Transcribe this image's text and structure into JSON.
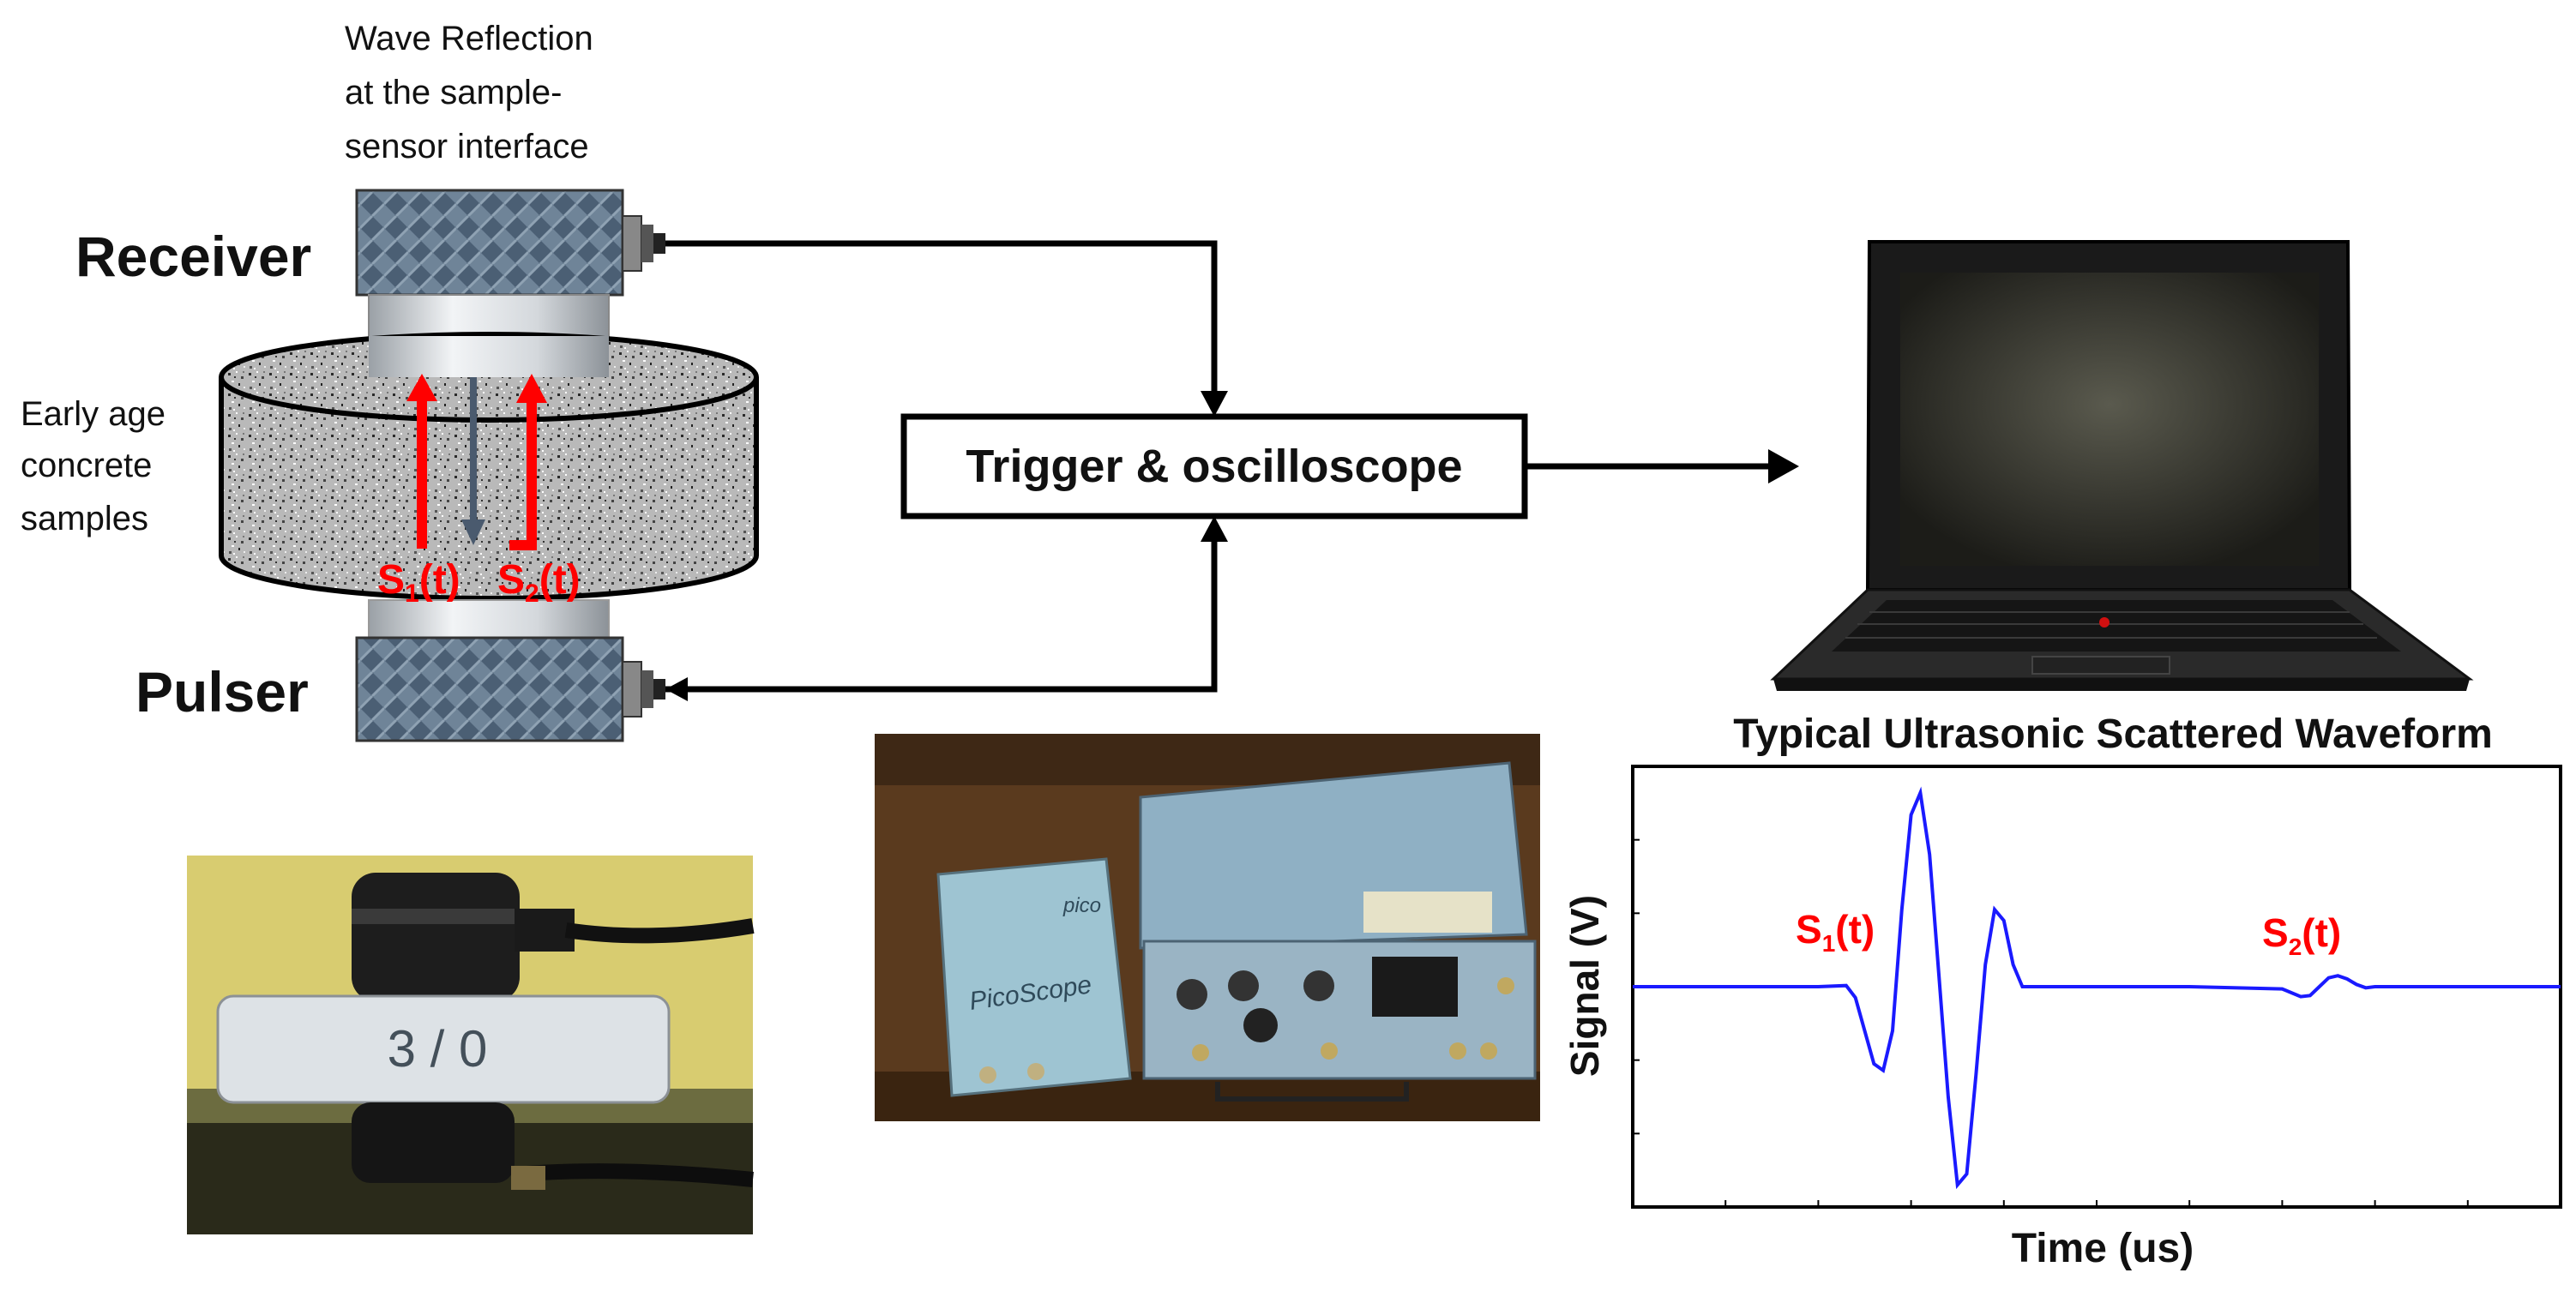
{
  "labels": {
    "wave_reflection": [
      "Wave Reflection",
      "at the sample-",
      "sensor interface"
    ],
    "receiver": "Receiver",
    "pulser": "Pulser",
    "samples": [
      "Early age",
      "concrete",
      "samples"
    ],
    "s1": {
      "base": "S",
      "sub": "1",
      "tail": "(t)"
    },
    "s2": {
      "base": "S",
      "sub": "2",
      "tail": "(t)"
    },
    "trigger_box": "Trigger & oscilloscope"
  },
  "photos": {
    "picoscope_label": "PicoScope",
    "pico_logo": "pico"
  },
  "chart_data": {
    "type": "line",
    "title": "Typical Ultrasonic Scattered Waveform",
    "xlabel": "Time (us)",
    "ylabel": "Signal (V)",
    "ylim": [
      -1,
      1
    ],
    "grid": false,
    "annotations": [
      {
        "text_base": "S",
        "text_sub": "1",
        "text_tail": "(t)"
      },
      {
        "text_base": "S",
        "text_sub": "2",
        "text_tail": "(t)"
      }
    ],
    "series": [
      {
        "color": "#1a1aff",
        "x": [
          0,
          20,
          40,
          46,
          48,
          50,
          52,
          54,
          56,
          58,
          60,
          62,
          64,
          66,
          68,
          70,
          72,
          74,
          76,
          78,
          80,
          82,
          84,
          100,
          120,
          140,
          144,
          146,
          148,
          150,
          152,
          154,
          156,
          158,
          160,
          170,
          180,
          200
        ],
        "y": [
          0,
          0,
          0,
          0.005,
          -0.05,
          -0.2,
          -0.35,
          -0.38,
          -0.2,
          0.35,
          0.78,
          0.88,
          0.6,
          0.05,
          -0.5,
          -0.9,
          -0.85,
          -0.4,
          0.1,
          0.35,
          0.3,
          0.1,
          0.0,
          0.0,
          0.0,
          -0.01,
          -0.045,
          -0.04,
          0.0,
          0.04,
          0.05,
          0.035,
          0.01,
          -0.005,
          0.0,
          0.0,
          0.0,
          0.0
        ]
      }
    ]
  },
  "colors": {
    "red": "#ff0000",
    "blue_arrow": "#4a5a6e",
    "wave": "#1a1aff"
  }
}
